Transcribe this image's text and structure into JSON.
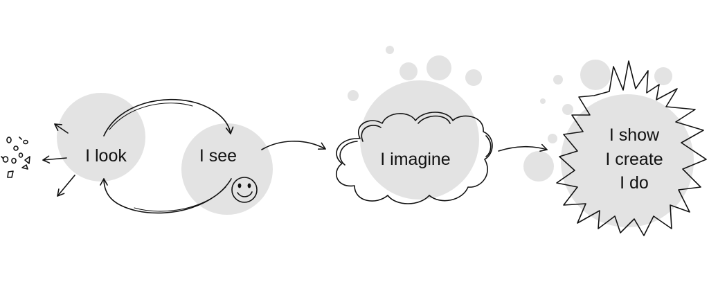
{
  "labels": {
    "look": "I look",
    "see": "I see",
    "imagine": "I imagine",
    "show": "I show",
    "create": "I create",
    "do": "I do"
  },
  "colors": {
    "blob": "#e3e3e3",
    "ink": "#111111",
    "background": "#ffffff"
  },
  "icons": [
    "smiley-face-icon",
    "scattered-shapes-icon",
    "arrow-icon"
  ]
}
